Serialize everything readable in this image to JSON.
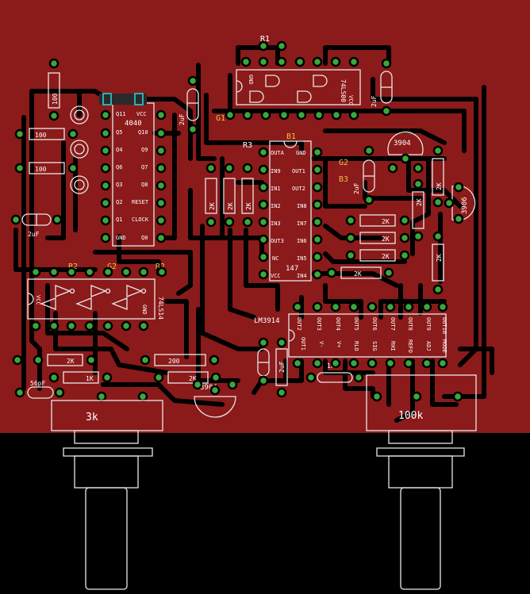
{
  "board": {
    "colors": {
      "copper": "#8b1a1a",
      "background": "#000000",
      "trace": "#000000",
      "pad": "#3aa83a",
      "silkscreen": "#e8e8e8",
      "label_highlight": "#f0c040",
      "accent": "#2ab0b0"
    }
  },
  "chips": {
    "ic4040": {
      "name": "4040",
      "left_pins": [
        "Q11",
        "Q5",
        "Q4",
        "Q6",
        "Q3",
        "Q2",
        "Q1",
        "GND"
      ],
      "right_pins": [
        "VCC",
        "Q10",
        "Q9",
        "Q7",
        "Q8",
        "RESET",
        "CLOCK",
        "Q0"
      ]
    },
    "ic74ls14": {
      "name": "74LS14",
      "pin_vcc": "VCC",
      "pin_gnd": "GND"
    },
    "ic147": {
      "name": "147",
      "left_pins": [
        "OUTA",
        "IN9",
        "IN1",
        "IN2",
        "IN3",
        "OUT3",
        "NC",
        "VCC"
      ],
      "right_pins": [
        "GND",
        "OUT1",
        "OUT2",
        "IN8",
        "IN7",
        "IN6",
        "IN5",
        "IN4"
      ]
    },
    "ic74ls00": {
      "name": "74LS00",
      "pin_gnd": "GND",
      "pin_vcc": "VCC"
    },
    "lm3914": {
      "name": "LM3914",
      "top_pins": [
        "OUT2",
        "OUT3",
        "OUT4",
        "OUT5",
        "OUT6",
        "OUT7",
        "OUT8",
        "OUT9",
        "OUT10"
      ],
      "bottom_pins": [
        "OUT1",
        "V-",
        "V+",
        "RLO",
        "SIG",
        "RHI",
        "REFO",
        "ADJ",
        "MODE"
      ]
    }
  },
  "resistors": {
    "r100_top": "100",
    "r100_a": "100",
    "r100_b": "100",
    "r2k_1": "2K",
    "r2k_2": "2K",
    "r2k_3": "2K",
    "r2k_4": "2K",
    "r2k_5": "2K",
    "r2k_6": "2K",
    "r2k_7": "2K",
    "r2k_8": "2K",
    "r2k_9": "2K",
    "r2k_10": "2K",
    "r2k_11": "2K",
    "r2k_12": "2K",
    "r200": "200",
    "r1k": "1K"
  },
  "capacitors": {
    "c_2uf_1": "2uF",
    "c_2uf_2": "2uF",
    "c_2uf_3": "2uF",
    "c_2uf_4": "2uF",
    "c_2uf_5": "2uF",
    "c_1nf": "1nF",
    "c_56pf": "56pF"
  },
  "transistors": {
    "t_3904_top": "3904",
    "t_3906": "3906",
    "t_3904_bottom": "3904"
  },
  "refs": {
    "R1": "R1",
    "R2": "R2",
    "R3": "R3",
    "B1": "B1",
    "B2": "B2",
    "B3": "B3",
    "G1": "G1",
    "G2": "G2",
    "G3": "G2"
  },
  "pots": {
    "left": "3k",
    "right": "100k"
  }
}
